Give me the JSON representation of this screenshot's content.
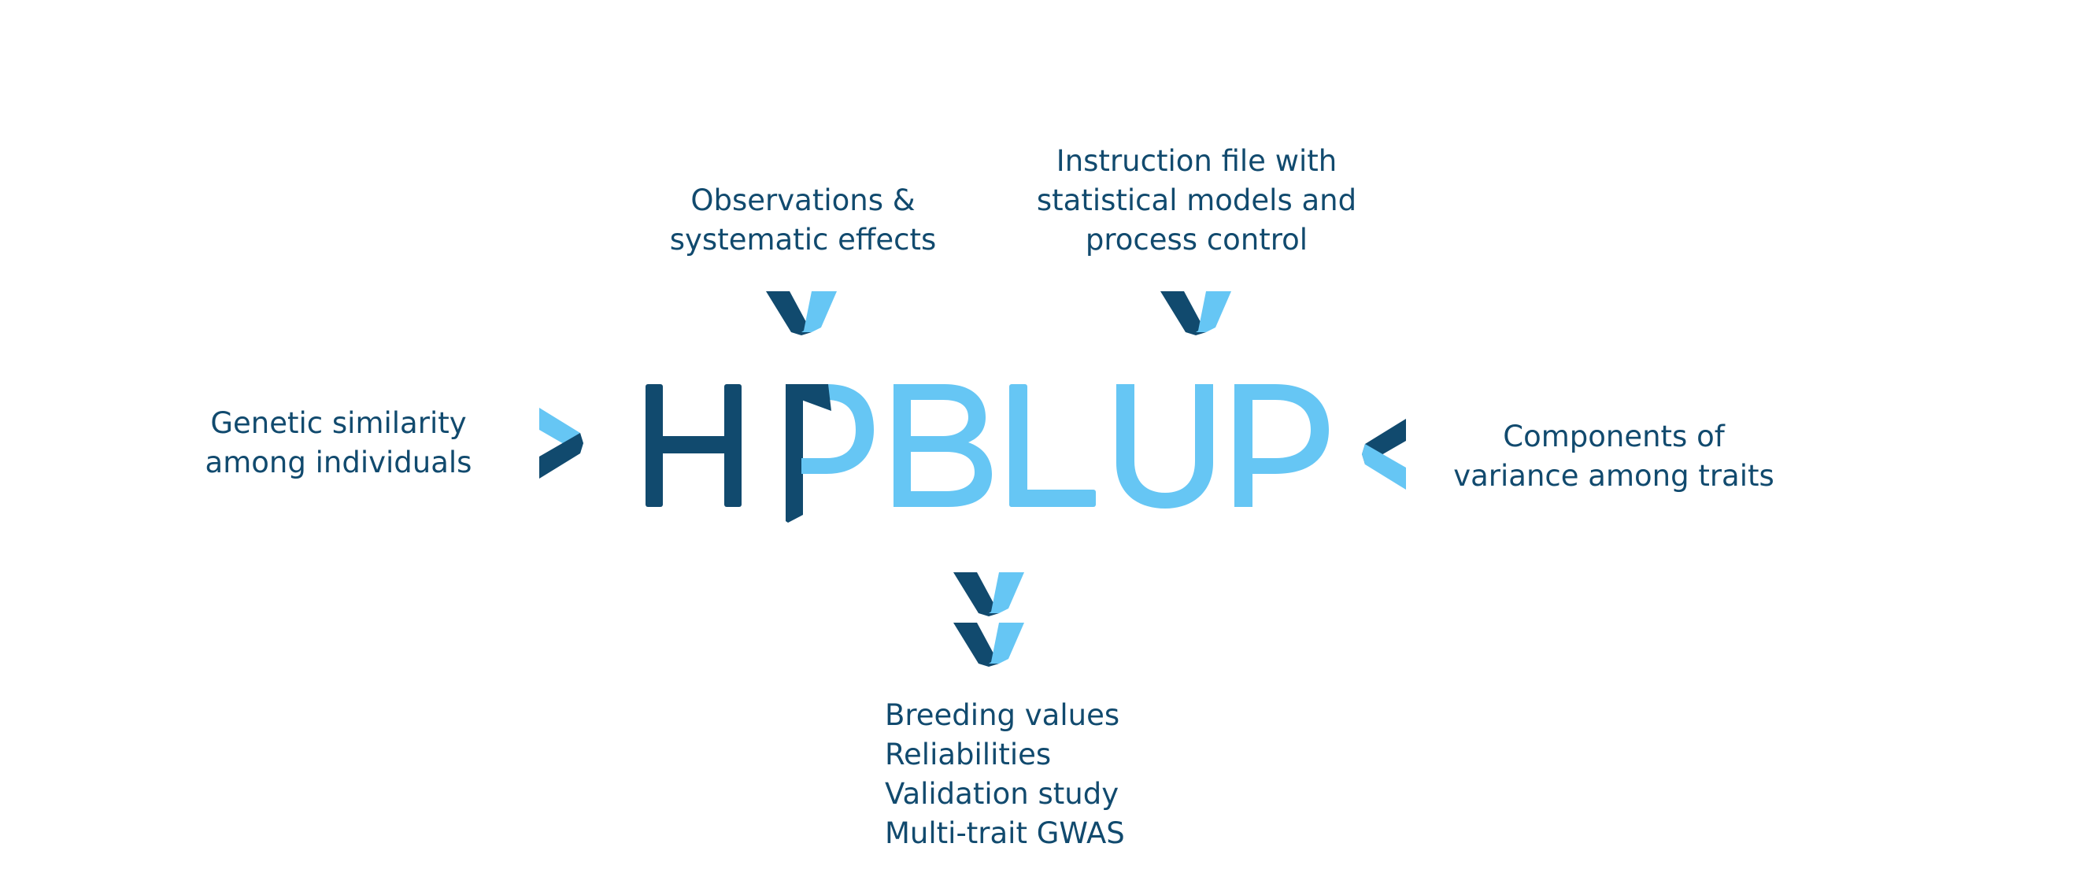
{
  "colors": {
    "dark_blue": "#114a6e",
    "light_blue": "#66c6f4",
    "background": "#ffffff"
  },
  "logo": {
    "text_dark": "H",
    "text_dark_p": "P",
    "text_light": "PBLUP",
    "full_text": "HPBLUP"
  },
  "inputs": {
    "observations": {
      "lines": [
        "Observations &",
        "systematic effects"
      ]
    },
    "instruction": {
      "lines": [
        "Instruction file with",
        "statistical models and",
        "process control"
      ]
    },
    "genetic": {
      "lines": [
        "Genetic similarity",
        "among individuals"
      ]
    },
    "components": {
      "lines": [
        "Components of",
        "variance among traits"
      ]
    }
  },
  "outputs": {
    "lines": [
      "Breeding values",
      "Reliabilities",
      "Validation study",
      "Multi-trait GWAS"
    ]
  },
  "icons": {
    "down_chevron": "chevron-down-icon",
    "right_chevron": "chevron-right-icon",
    "left_chevron": "chevron-left-icon"
  }
}
